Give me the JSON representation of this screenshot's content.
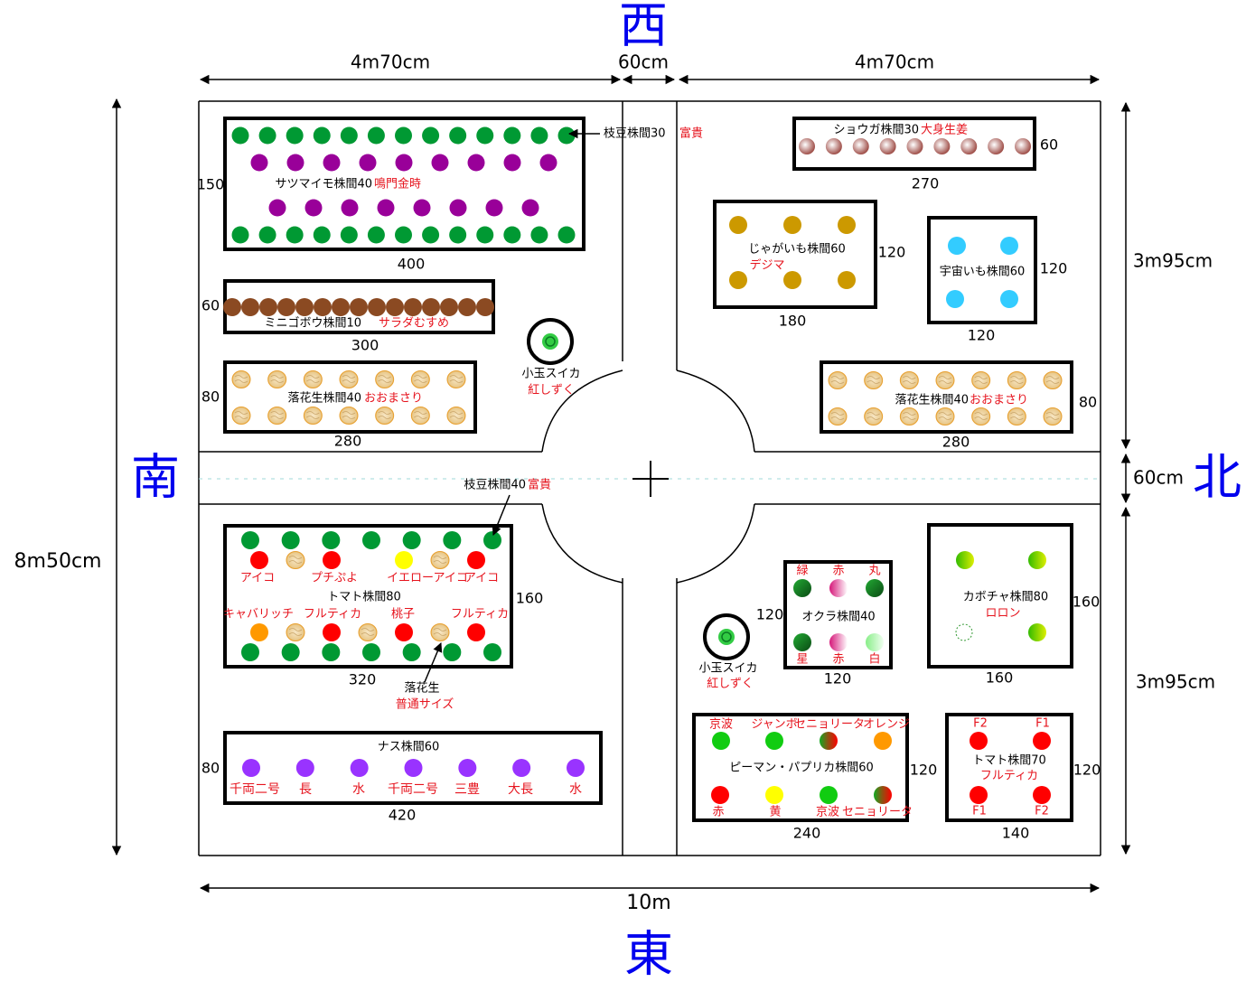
{
  "directions": {
    "west": "西",
    "east": "東",
    "south": "南",
    "north": "北"
  },
  "dimensions": {
    "top_left_width": "4m70cm",
    "top_path_width": "60cm",
    "top_right_width": "4m70cm",
    "total_width": "10m",
    "total_height": "8m50cm",
    "right_upper_height": "3m95cm",
    "right_path_height": "60cm",
    "right_lower_height": "3m95cm"
  },
  "colors": {
    "green": "#009933",
    "purple": "#990099",
    "brown": "#8b4a22",
    "potato": "#cc9900",
    "sky": "#33ccff",
    "eggplant": "#9933ff",
    "red": "#ff0000",
    "yellow": "#ffff00",
    "orange": "#ff9900",
    "label_red": "#e6141e",
    "direction_blue": "#0000ee"
  },
  "beds": [
    {
      "id": "sweet-potato",
      "name": "サツマイモ株間40",
      "variety": "鳴門金時",
      "width_cm": "400",
      "height_cm": "150",
      "rows": [
        {
          "color": "green",
          "count": 13
        },
        {
          "color": "purple",
          "count": 9
        },
        {
          "color": "purple",
          "count": 8
        },
        {
          "color": "green",
          "count": 13
        }
      ]
    },
    {
      "id": "mini-burdock",
      "name": "ミニゴボウ株間10",
      "variety": "サラダむすめ",
      "width_cm": "300",
      "height_cm": "60",
      "rows": [
        {
          "color": "brown",
          "count": 15
        }
      ]
    },
    {
      "id": "peanut-left",
      "name": "落花生株間40",
      "variety": "おおまさり",
      "width_cm": "280",
      "height_cm": "80",
      "rows": [
        {
          "color": "peanut",
          "count": 7
        },
        {
          "color": "peanut",
          "count": 7
        }
      ]
    },
    {
      "id": "ginger",
      "name": "ショウガ株間30",
      "variety": "大身生姜",
      "width_cm": "270",
      "height_cm": "60",
      "rows": [
        {
          "color": "ginger",
          "count": 9
        }
      ]
    },
    {
      "id": "potato",
      "name": "じゃがいも株間60",
      "variety": "デジマ",
      "width_cm": "180",
      "height_cm": "120",
      "rows": [
        {
          "color": "potato",
          "count": 3
        },
        {
          "color": "potato",
          "count": 3
        }
      ]
    },
    {
      "id": "space-potato",
      "name": "宇宙いも株間60",
      "variety": "",
      "width_cm": "120",
      "height_cm": "120",
      "rows": [
        {
          "color": "sky",
          "count": 2
        },
        {
          "color": "sky",
          "count": 2
        }
      ]
    },
    {
      "id": "peanut-right",
      "name": "落花生株間40",
      "variety": "おおまさり",
      "width_cm": "280",
      "height_cm": "80",
      "rows": [
        {
          "color": "peanut",
          "count": 7
        },
        {
          "color": "peanut",
          "count": 7
        }
      ]
    },
    {
      "id": "tomato-left",
      "name": "トマト株間80",
      "variety": "",
      "width_cm": "320",
      "height_cm": "160",
      "top_labels": [
        "アイコ",
        "プチぷよ",
        "イエローアイコ",
        "アイコ"
      ],
      "bottom_labels": [
        "キャバリッチ",
        "フルティカ",
        "桃子",
        "フルティカ"
      ]
    },
    {
      "id": "eggplant",
      "name": "ナス株間60",
      "variety": "",
      "width_cm": "420",
      "height_cm": "80",
      "labels": [
        "千両二号",
        "長",
        "水",
        "千両二号",
        "三豊",
        "大長",
        "水"
      ]
    },
    {
      "id": "okra",
      "name": "オクラ株間40",
      "variety": "",
      "width_cm": "120",
      "height_cm": "120",
      "top_labels": [
        "緑",
        "赤",
        "丸"
      ],
      "bottom_labels": [
        "星",
        "赤",
        "白"
      ]
    },
    {
      "id": "pumpkin",
      "name": "カボチャ株間80",
      "variety": "ロロン",
      "width_cm": "160",
      "height_cm": "160",
      "plants": 3,
      "missing": 1
    },
    {
      "id": "pepper",
      "name": "ピーマン・パプリカ株間60",
      "variety": "",
      "width_cm": "240",
      "height_cm": "120",
      "top_labels": [
        "京波",
        "ジャンボ",
        "セニョリータ",
        "オレンジ"
      ],
      "bottom_labels": [
        "赤",
        "黄",
        "京波",
        "セニョリータ"
      ]
    },
    {
      "id": "tomato-right",
      "name": "トマト株間70",
      "variety": "フルティカ",
      "width_cm": "140",
      "height_cm": "120",
      "top_labels": [
        "F2",
        "F1"
      ],
      "bottom_labels": [
        "F1",
        "F2"
      ]
    }
  ],
  "annotations": {
    "edamame_top": {
      "name": "枝豆株間30",
      "variety": "富貴"
    },
    "edamame_bottom": {
      "name": "枝豆株間40",
      "variety": "富貴"
    },
    "watermelon_1": {
      "name": "小玉スイカ",
      "variety": "紅しずく"
    },
    "watermelon_2": {
      "name": "小玉スイカ",
      "variety": "紅しずく"
    },
    "peanut_note": {
      "name": "落花生",
      "variety": "普通サイズ"
    }
  }
}
